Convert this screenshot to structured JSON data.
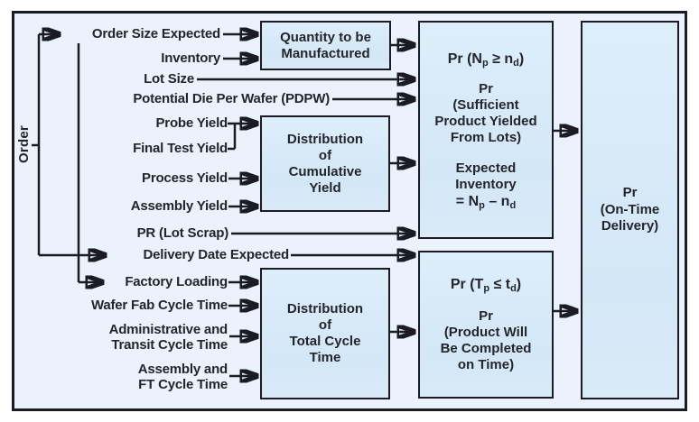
{
  "diagram": {
    "order_label": "Order",
    "input_labels": [
      {
        "name": "order-size-expected",
        "lines": [
          "Order Size Expected"
        ]
      },
      {
        "name": "inventory",
        "lines": [
          "Inventory"
        ]
      },
      {
        "name": "lot-size",
        "lines": [
          "Lot Size"
        ]
      },
      {
        "name": "potential-die-per-wafer",
        "lines": [
          "Potential Die Per Wafer (PDPW)"
        ]
      },
      {
        "name": "probe-yield",
        "lines": [
          "Probe Yield"
        ]
      },
      {
        "name": "final-test-yield",
        "lines": [
          "Final Test Yield"
        ]
      },
      {
        "name": "process-yield",
        "lines": [
          "Process Yield"
        ]
      },
      {
        "name": "assembly-yield",
        "lines": [
          "Assembly Yield"
        ]
      },
      {
        "name": "pr-lot-scrap",
        "lines": [
          "PR (Lot Scrap)"
        ]
      },
      {
        "name": "delivery-date-expected",
        "lines": [
          "Delivery Date Expected"
        ]
      },
      {
        "name": "factory-loading",
        "lines": [
          "Factory Loading"
        ]
      },
      {
        "name": "wafer-fab-cycle-time",
        "lines": [
          "Wafer Fab Cycle Time"
        ]
      },
      {
        "name": "administrative-transit-cycle-time",
        "lines": [
          "Administrative and",
          "Transit Cycle Time"
        ]
      },
      {
        "name": "assembly-ft-cycle-time",
        "lines": [
          "Assembly and",
          "FT Cycle Time"
        ]
      }
    ],
    "process_boxes": {
      "quantity": {
        "lines": [
          "Quantity to be",
          "Manufactured"
        ]
      },
      "cumulative_yield": {
        "lines": [
          "Distribution",
          "of",
          "Cumulative",
          "Yield"
        ]
      },
      "total_cycle": {
        "lines": [
          "Distribution",
          "of",
          "Total Cycle",
          "Time"
        ]
      }
    },
    "probability_boxes": {
      "yield": {
        "formula1": [
          {
            "t": "Pr ("
          },
          {
            "t": "N"
          },
          {
            "t": "p",
            "sub": true
          },
          {
            "t": " ≥ "
          },
          {
            "t": "n"
          },
          {
            "t": "d",
            "sub": true
          },
          {
            "t": ")"
          }
        ],
        "caption1": [
          "Pr",
          "(Sufficient",
          "Product Yielded",
          "From Lots)"
        ],
        "caption2": [
          "Expected",
          "Inventory"
        ],
        "formula2": [
          {
            "t": "= N"
          },
          {
            "t": "p",
            "sub": true
          },
          {
            "t": " – "
          },
          {
            "t": "n"
          },
          {
            "t": "d",
            "sub": true
          }
        ]
      },
      "time": {
        "formula1": [
          {
            "t": "Pr ("
          },
          {
            "t": "T"
          },
          {
            "t": "p",
            "sub": true
          },
          {
            "t": " ≤ "
          },
          {
            "t": "t"
          },
          {
            "t": "d",
            "sub": true
          },
          {
            "t": ")"
          }
        ],
        "caption1": [
          "Pr",
          "(Product Will",
          "Be Completed",
          "on Time)"
        ]
      },
      "on_time": {
        "lines": [
          "Pr",
          "(On-Time",
          "Delivery)"
        ]
      }
    },
    "colors": {
      "line": "#1b1c23",
      "box_fill": "#d7e9f8",
      "frame_fill": "#ebf2fb",
      "text": "#23252d"
    }
  }
}
